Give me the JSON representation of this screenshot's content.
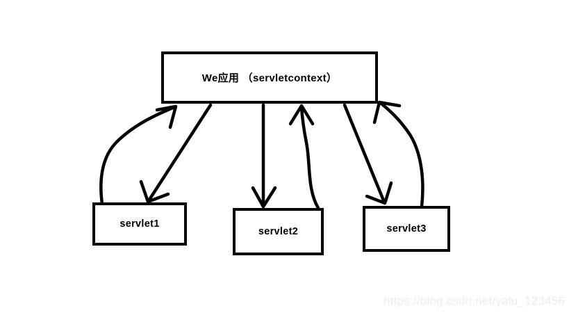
{
  "diagram": {
    "title_node": {
      "label": "We应用 （servletcontext）"
    },
    "servlets": [
      {
        "id": "servlet1",
        "label": "servlet1"
      },
      {
        "id": "servlet2",
        "label": "servlet2"
      },
      {
        "id": "servlet3",
        "label": "servlet3"
      }
    ],
    "edges": [
      {
        "from": "servlet1",
        "to": "servletcontext",
        "style": "curved",
        "direction": "up"
      },
      {
        "from": "servletcontext",
        "to": "servlet1",
        "style": "straight",
        "direction": "down"
      },
      {
        "from": "servlet2",
        "to": "servletcontext",
        "style": "curved",
        "direction": "up"
      },
      {
        "from": "servletcontext",
        "to": "servlet2",
        "style": "straight",
        "direction": "down"
      },
      {
        "from": "servlet3",
        "to": "servletcontext",
        "style": "curved",
        "direction": "up"
      },
      {
        "from": "servletcontext",
        "to": "servlet3",
        "style": "straight",
        "direction": "down"
      }
    ],
    "colors": {
      "stroke": "#000000",
      "background": "#ffffff",
      "watermark": "#ececed"
    }
  },
  "watermark": {
    "text": "https://blog.csdn.net/yalu_123456"
  }
}
